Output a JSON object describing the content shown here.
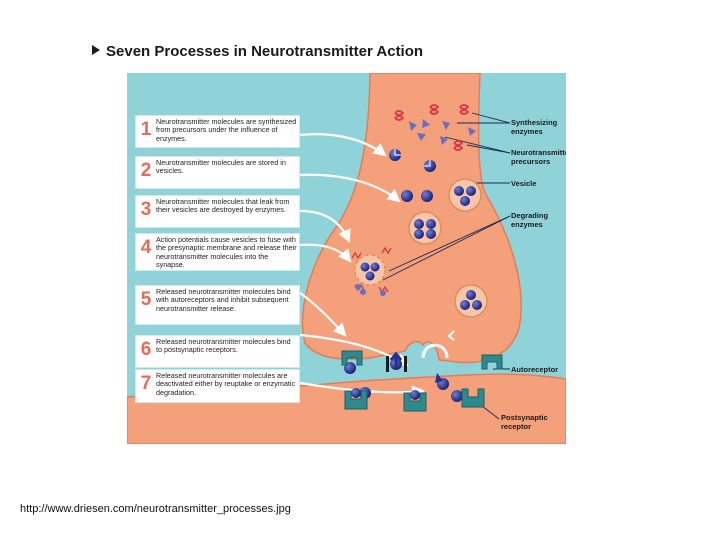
{
  "title": "Seven Processes in Neurotransmitter Action",
  "steps": [
    {
      "number": "1",
      "text": "Neurotransmitter molecules are synthesized from precursors under the influence of enzymes."
    },
    {
      "number": "2",
      "text": "Neurotransmitter molecules are stored in vesicles."
    },
    {
      "number": "3",
      "text": "Neurotransmitter molecules that leak from their vesicles are destroyed by enzymes."
    },
    {
      "number": "4",
      "text": "Action potentials cause vesicles to fuse with the presynaptic membrane and release their neurotransmitter molecules into the synapse."
    },
    {
      "number": "5",
      "text": "Released neurotransmitter molecules bind with autoreceptors and inhibit subsequent neurotransmitter release."
    },
    {
      "number": "6",
      "text": "Released neurotransmitter molecules bind to postsynaptic receptors."
    },
    {
      "number": "7",
      "text": "Released neurotransmitter molecules are deactivated either by reuptake or enzymatic degradation."
    }
  ],
  "labels": {
    "synthesizing_enzymes": "Synthesizing enzymes",
    "neurotransmitter_precursors": "Neurotransmitter precursors",
    "vesicle": "Vesicle",
    "degrading_enzymes": "Degrading enzymes",
    "autoreceptor": "Autoreceptor",
    "postsynaptic_receptor": "Postsynaptic receptor"
  },
  "source_url": "http://www.driesen.com/neurotransmitter_processes.jpg",
  "colors": {
    "background": "#8fd3d9",
    "neuron": "#f4a07a",
    "neuron_edge": "#e27e57",
    "step_number": "#ea6a55",
    "neurotransmitter": "#25308f",
    "receptor": "#2f8a8f",
    "enzyme": "#d8344a"
  }
}
